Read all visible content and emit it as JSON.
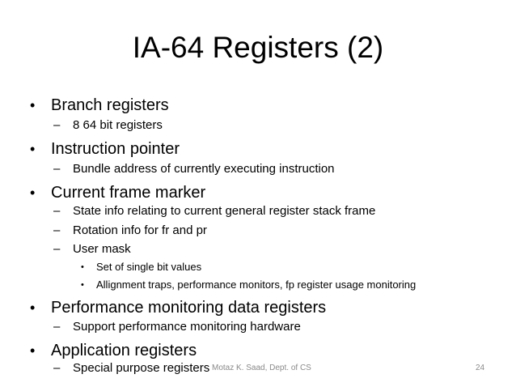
{
  "slide": {
    "title": "IA-64 Registers (2)",
    "bullet_char": "•",
    "dash_char": "–",
    "items": [
      {
        "label": "Branch registers",
        "subitems": [
          {
            "label": "8 64 bit registers"
          }
        ]
      },
      {
        "label": "Instruction pointer",
        "subitems": [
          {
            "label": "Bundle address of currently executing instruction"
          }
        ]
      },
      {
        "label": "Current frame marker",
        "subitems": [
          {
            "label": "State info relating to current general register stack frame"
          },
          {
            "label": "Rotation info for fr and pr"
          },
          {
            "label": "User mask",
            "subitems": [
              {
                "label": "Set of single bit values"
              },
              {
                "label": "Allignment traps, performance monitors, fp register usage monitoring"
              }
            ]
          }
        ]
      },
      {
        "label": "Performance monitoring data registers",
        "subitems": [
          {
            "label": "Support performance monitoring hardware"
          }
        ]
      },
      {
        "label": "Application registers",
        "subitems": [
          {
            "label": "Special purpose registers"
          }
        ]
      }
    ],
    "footer": "Motaz K. Saad, Dept. of CS",
    "page_number": "24"
  }
}
